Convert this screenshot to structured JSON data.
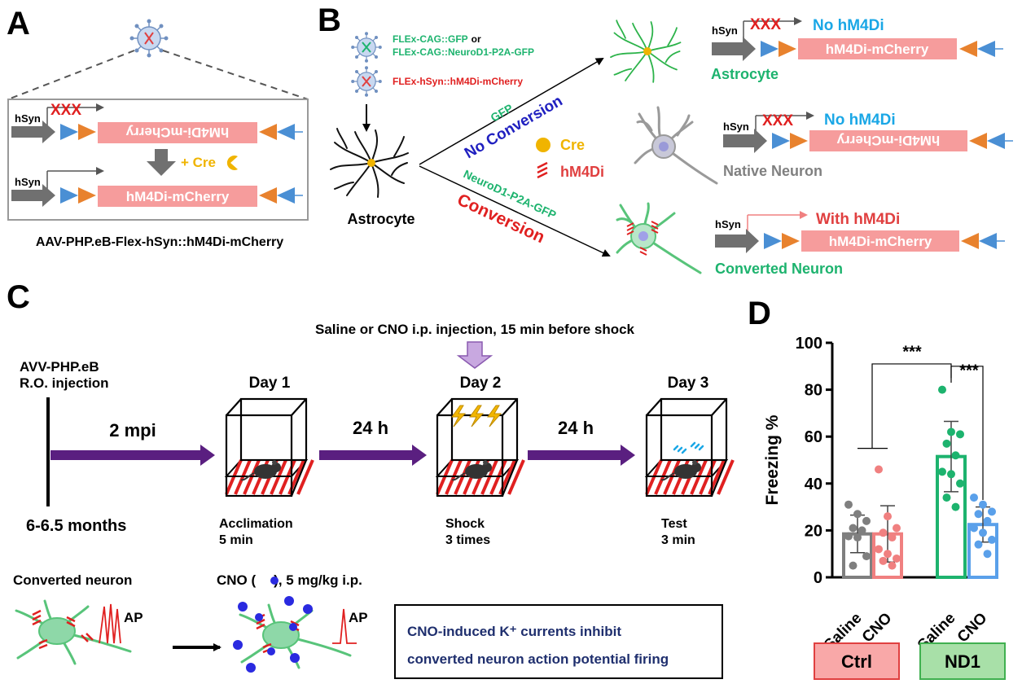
{
  "panels": {
    "a": "A",
    "b": "B",
    "c": "C",
    "d": "D"
  },
  "panel_a": {
    "promoter": "hSyn",
    "xxx": "XXX",
    "gene_flipped": "hM4Di-mCherry",
    "gene": "hM4Di-mCherry",
    "cre_label": "+ Cre",
    "caption": "AAV-PHP.eB-Flex-hSyn::hM4Di-mCherry"
  },
  "panel_b": {
    "virus1_line1": "FLEx-CAG::GFP",
    "virus1_or": "or",
    "virus1_line2": "FLEx-CAG::NeuroD1-P2A-GFP",
    "virus2": "FLEx-hSyn::hM4Di-mCherry",
    "start_cell": "Astrocyte",
    "branch_up_top": "GFP",
    "branch_up_bottom": "No Conversion",
    "branch_down_top": "NeuroD1-P2A-GFP",
    "branch_down_bottom": "Conversion",
    "legend_cre": "Cre",
    "legend_hm4di": "hM4Di",
    "rows": [
      {
        "cell": "Astrocyte",
        "status": "No hM4Di",
        "promoter": "hSyn",
        "xxx": "XXX",
        "gene": "hM4Di-mCherry"
      },
      {
        "cell": "Native Neuron",
        "status": "No hM4Di",
        "promoter": "hSyn",
        "xxx": "XXX",
        "gene": "hM4Di-mCherry"
      },
      {
        "cell": "Converted Neuron",
        "status": "With hM4Di",
        "promoter": "hSyn",
        "gene": "hM4Di-mCherry"
      }
    ]
  },
  "panel_c": {
    "injection_line1": "AVV-PHP.eB",
    "injection_line2": "R.O. injection",
    "age": "6-6.5 months",
    "arrow1": "2 mpi",
    "arrow2": "24 h",
    "arrow3": "24 h",
    "cno_note": "Saline or CNO i.p. injection, 15 min before shock",
    "days": [
      {
        "day": "Day 1",
        "label1": "Acclimation",
        "label2": "5 min"
      },
      {
        "day": "Day 2",
        "label1": "Shock",
        "label2": "3 times"
      },
      {
        "day": "Day 3",
        "label1": "Test",
        "label2": "3 min"
      }
    ],
    "converted_neuron": "Converted neuron",
    "ap_left": "AP",
    "ap_right": "AP",
    "cno_dose_pre": "CNO (",
    "cno_dose_post": "), 5 mg/kg i.p.",
    "box_line1": "CNO-induced K⁺ currents inhibit",
    "box_line2": "converted neuron action potential firing"
  },
  "chart_data": {
    "type": "bar",
    "ylabel": "Freezing %",
    "ylim": [
      0,
      100
    ],
    "yticks": [
      "0",
      "20",
      "40",
      "60",
      "80",
      "100"
    ],
    "categories": [
      "Saline",
      "CNO",
      "Saline",
      "CNO"
    ],
    "groups": [
      "Ctrl",
      "ND1"
    ],
    "values": [
      18.5,
      18.5,
      51.5,
      22.5
    ],
    "errors": [
      8,
      12,
      15,
      7.5
    ],
    "points": [
      [
        31,
        27,
        24,
        21,
        20,
        17.5,
        17,
        9,
        5
      ],
      [
        46,
        26,
        21,
        19,
        17,
        12,
        10,
        8,
        7,
        5
      ],
      [
        80,
        62,
        61,
        57,
        52,
        45,
        44,
        40,
        34,
        30
      ],
      [
        34,
        31,
        28,
        27,
        24,
        21,
        19,
        16,
        14,
        10
      ]
    ],
    "colors": [
      "#7f7f7f",
      "#f08080",
      "#1db36e",
      "#5aa0ea"
    ],
    "significance": [
      {
        "label": "***",
        "between": [
          "Ctrl",
          "ND1 Saline"
        ]
      },
      {
        "label": "***",
        "between": [
          "ND1 Saline",
          "ND1 CNO"
        ]
      }
    ]
  }
}
